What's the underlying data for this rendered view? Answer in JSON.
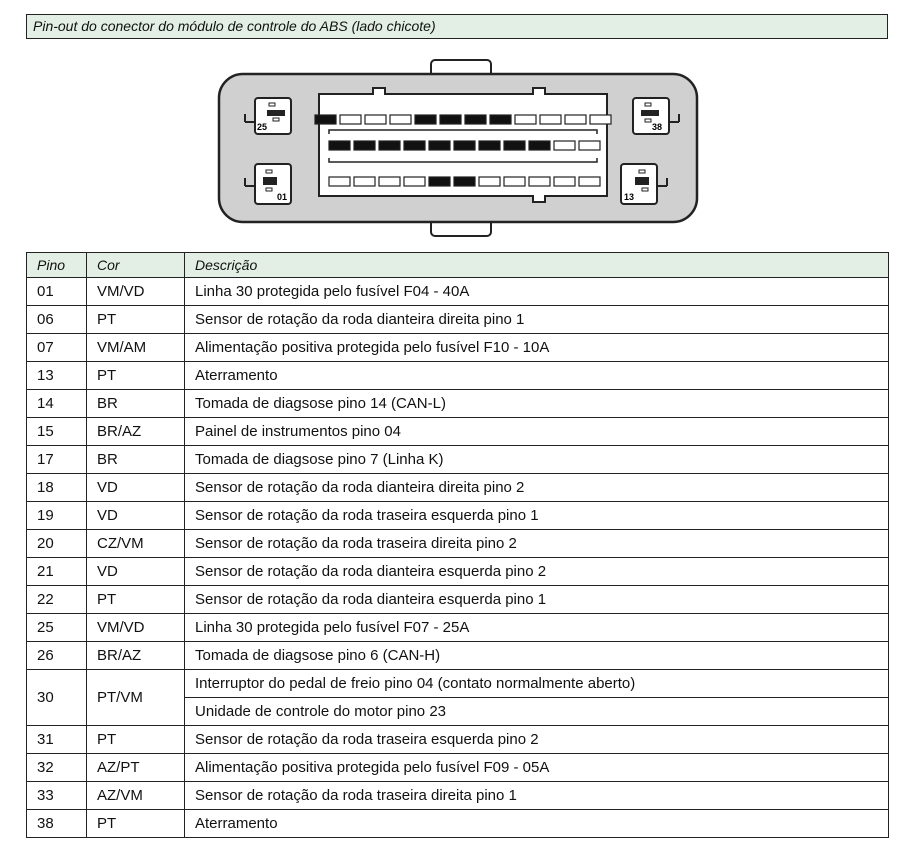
{
  "title": "Pin-out do conector do módulo de controle do ABS (lado chicote)",
  "connector": {
    "labels": {
      "tl": "25",
      "tr": "38",
      "bl": "01",
      "br": "13"
    },
    "row1": [
      1,
      0,
      0,
      0,
      1,
      1,
      1,
      1,
      0,
      0,
      0,
      0
    ],
    "row2": [
      1,
      1,
      1,
      1,
      1,
      1,
      1,
      1,
      1,
      0,
      0
    ],
    "row3": [
      0,
      0,
      0,
      0,
      1,
      1,
      0,
      0,
      0,
      0,
      0
    ]
  },
  "table": {
    "headers": [
      "Pino",
      "Cor",
      "Descrição"
    ],
    "rows": [
      {
        "pino": "01",
        "cor": "VM/VD",
        "desc": [
          "Linha 30 protegida pelo fusível F04 - 40A"
        ]
      },
      {
        "pino": "06",
        "cor": "PT",
        "desc": [
          "Sensor de rotação da roda dianteira direita pino 1"
        ]
      },
      {
        "pino": "07",
        "cor": "VM/AM",
        "desc": [
          "Alimentação positiva protegida pelo fusível F10 - 10A"
        ]
      },
      {
        "pino": "13",
        "cor": "PT",
        "desc": [
          "Aterramento"
        ]
      },
      {
        "pino": "14",
        "cor": "BR",
        "desc": [
          "Tomada de diagsose pino 14 (CAN-L)"
        ]
      },
      {
        "pino": "15",
        "cor": "BR/AZ",
        "desc": [
          "Painel de instrumentos pino 04"
        ]
      },
      {
        "pino": "17",
        "cor": "BR",
        "desc": [
          "Tomada de diagsose pino 7 (Linha K)"
        ]
      },
      {
        "pino": "18",
        "cor": "VD",
        "desc": [
          "Sensor de rotação da roda dianteira direita pino 2"
        ]
      },
      {
        "pino": "19",
        "cor": "VD",
        "desc": [
          "Sensor de rotação da roda traseira esquerda pino 1"
        ]
      },
      {
        "pino": "20",
        "cor": "CZ/VM",
        "desc": [
          "Sensor de rotação da roda traseira direita pino 2"
        ]
      },
      {
        "pino": "21",
        "cor": "VD",
        "desc": [
          "Sensor de rotação da roda dianteira esquerda pino 2"
        ]
      },
      {
        "pino": "22",
        "cor": "PT",
        "desc": [
          "Sensor de rotação da roda dianteira esquerda pino 1"
        ]
      },
      {
        "pino": "25",
        "cor": "VM/VD",
        "desc": [
          "Linha 30 protegida pelo fusível F07 - 25A"
        ]
      },
      {
        "pino": "26",
        "cor": "BR/AZ",
        "desc": [
          "Tomada de diagsose pino 6 (CAN-H)"
        ]
      },
      {
        "pino": "30",
        "cor": "PT/VM",
        "desc": [
          "Interruptor do pedal de freio pino 04 (contato normalmente aberto)",
          "Unidade de controle do motor pino 23"
        ]
      },
      {
        "pino": "31",
        "cor": "PT",
        "desc": [
          "Sensor de rotação da roda traseira esquerda pino 2"
        ]
      },
      {
        "pino": "32",
        "cor": "AZ/PT",
        "desc": [
          "Alimentação positiva protegida pelo fusível F09 - 05A"
        ]
      },
      {
        "pino": "33",
        "cor": "AZ/VM",
        "desc": [
          "Sensor de rotação da roda traseira direita pino 1"
        ]
      },
      {
        "pino": "38",
        "cor": "PT",
        "desc": [
          "Aterramento"
        ]
      }
    ]
  }
}
